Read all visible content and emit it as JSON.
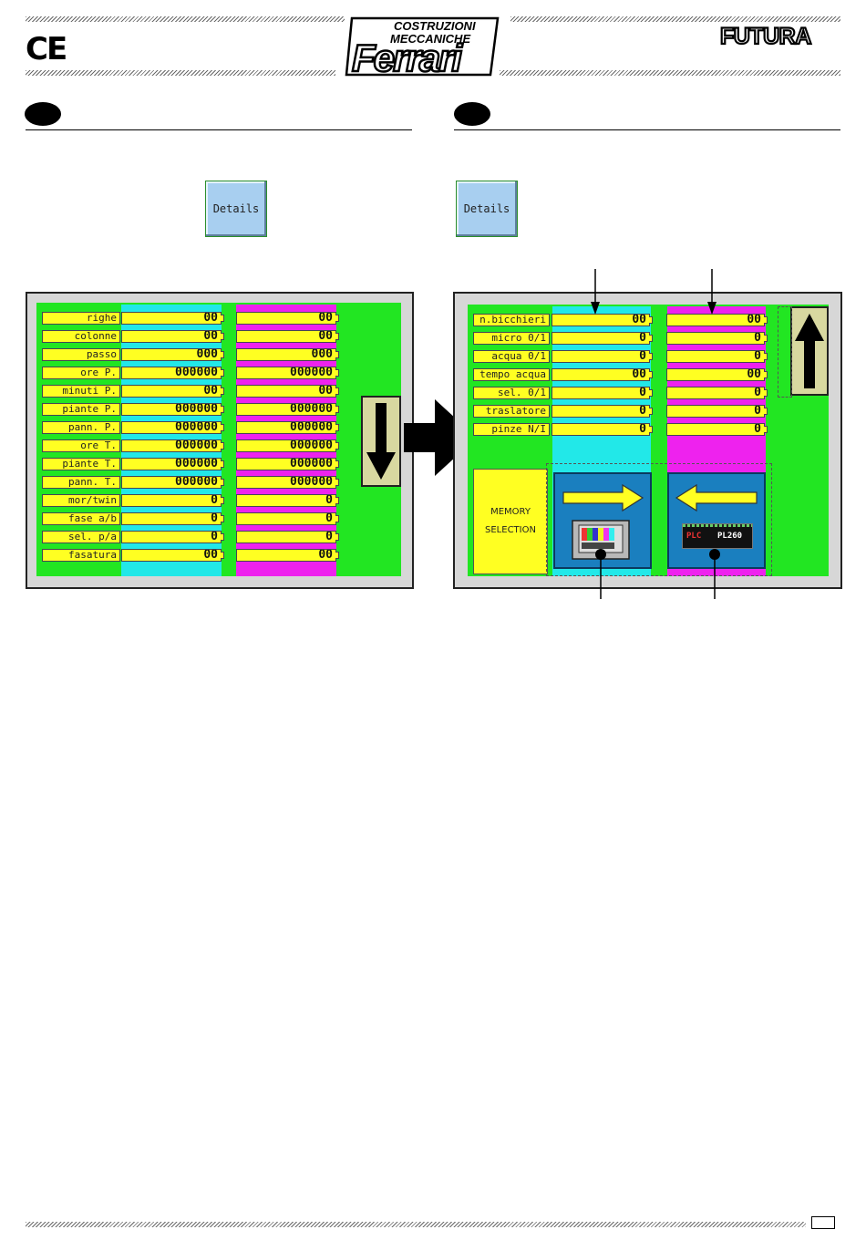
{
  "header": {
    "ce_mark": "CE",
    "logo_line1": "COSTRUZIONI",
    "logo_line2": "MECCANICHE",
    "logo_name": "Ferrari",
    "brand": "FUTURA"
  },
  "left_section": {
    "details_label": "Details",
    "rows": [
      {
        "label": "righe",
        "v1": "00",
        "v2": "00"
      },
      {
        "label": "colonne",
        "v1": "00",
        "v2": "00"
      },
      {
        "label": "passo",
        "v1": "000",
        "v2": "000"
      },
      {
        "label": "ore P.",
        "v1": "000000",
        "v2": "000000"
      },
      {
        "label": "minuti P.",
        "v1": "00",
        "v2": "00"
      },
      {
        "label": "piante P.",
        "v1": "000000",
        "v2": "000000"
      },
      {
        "label": "pann. P.",
        "v1": "000000",
        "v2": "000000"
      },
      {
        "label": "ore T.",
        "v1": "000000",
        "v2": "000000"
      },
      {
        "label": "piante T.",
        "v1": "000000",
        "v2": "000000"
      },
      {
        "label": "pann. T.",
        "v1": "000000",
        "v2": "000000"
      },
      {
        "label": "mor/twin",
        "v1": "0",
        "v2": "0"
      },
      {
        "label": "fase a/b",
        "v1": "0",
        "v2": "0"
      },
      {
        "label": "sel. p/a",
        "v1": "0",
        "v2": "0"
      },
      {
        "label": "fasatura",
        "v1": "00",
        "v2": "00"
      }
    ]
  },
  "right_section": {
    "details_label": "Details",
    "rows": [
      {
        "label": "n.bicchieri",
        "v1": "00",
        "v2": "00"
      },
      {
        "label": "micro  0/1",
        "v1": "0",
        "v2": "0"
      },
      {
        "label": "acqua 0/1",
        "v1": "0",
        "v2": "0"
      },
      {
        "label": "tempo acqua",
        "v1": "00",
        "v2": "00"
      },
      {
        "label": "sel. 0/1",
        "v1": "0",
        "v2": "0"
      },
      {
        "label": "traslatore",
        "v1": "0",
        "v2": "0"
      },
      {
        "label": "pinze N/I",
        "v1": "0",
        "v2": "0"
      }
    ],
    "memory_line1": "MEMORY",
    "memory_line2": "SELECTION",
    "plc_text": "PLC",
    "plc_model": "PL260"
  },
  "colors": {
    "green": "#22e622",
    "cyan": "#22e8e8",
    "magenta": "#ee22ee",
    "yellow": "#ffff22",
    "blue": "#1a7fbf"
  }
}
